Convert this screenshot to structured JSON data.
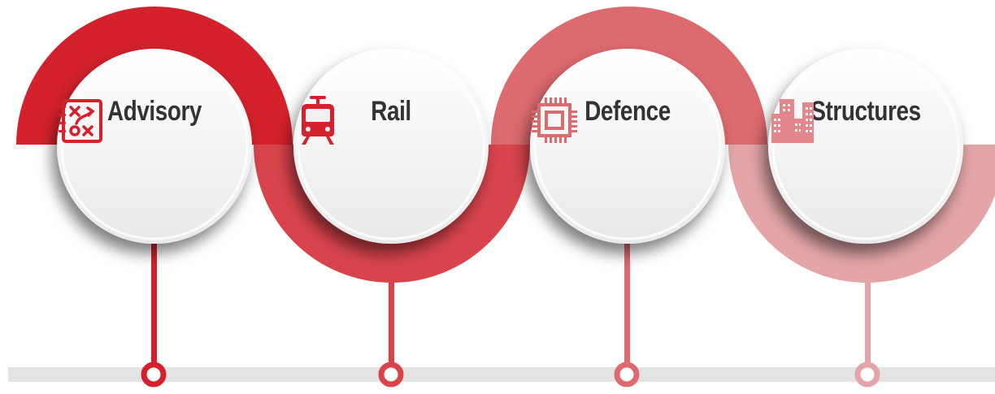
{
  "steps": [
    {
      "title": "Advisory",
      "icon": "strategy-board-icon",
      "color": "#d4212b"
    },
    {
      "title": "Rail",
      "icon": "tram-icon",
      "color": "#d9444c"
    },
    {
      "title": "Defence",
      "icon": "microchip-icon",
      "color": "#dc6a6f"
    },
    {
      "title": "Structures",
      "icon": "city-buildings-icon",
      "color": "#e3a5a8"
    }
  ],
  "timeline_color": "#e3e3e3"
}
